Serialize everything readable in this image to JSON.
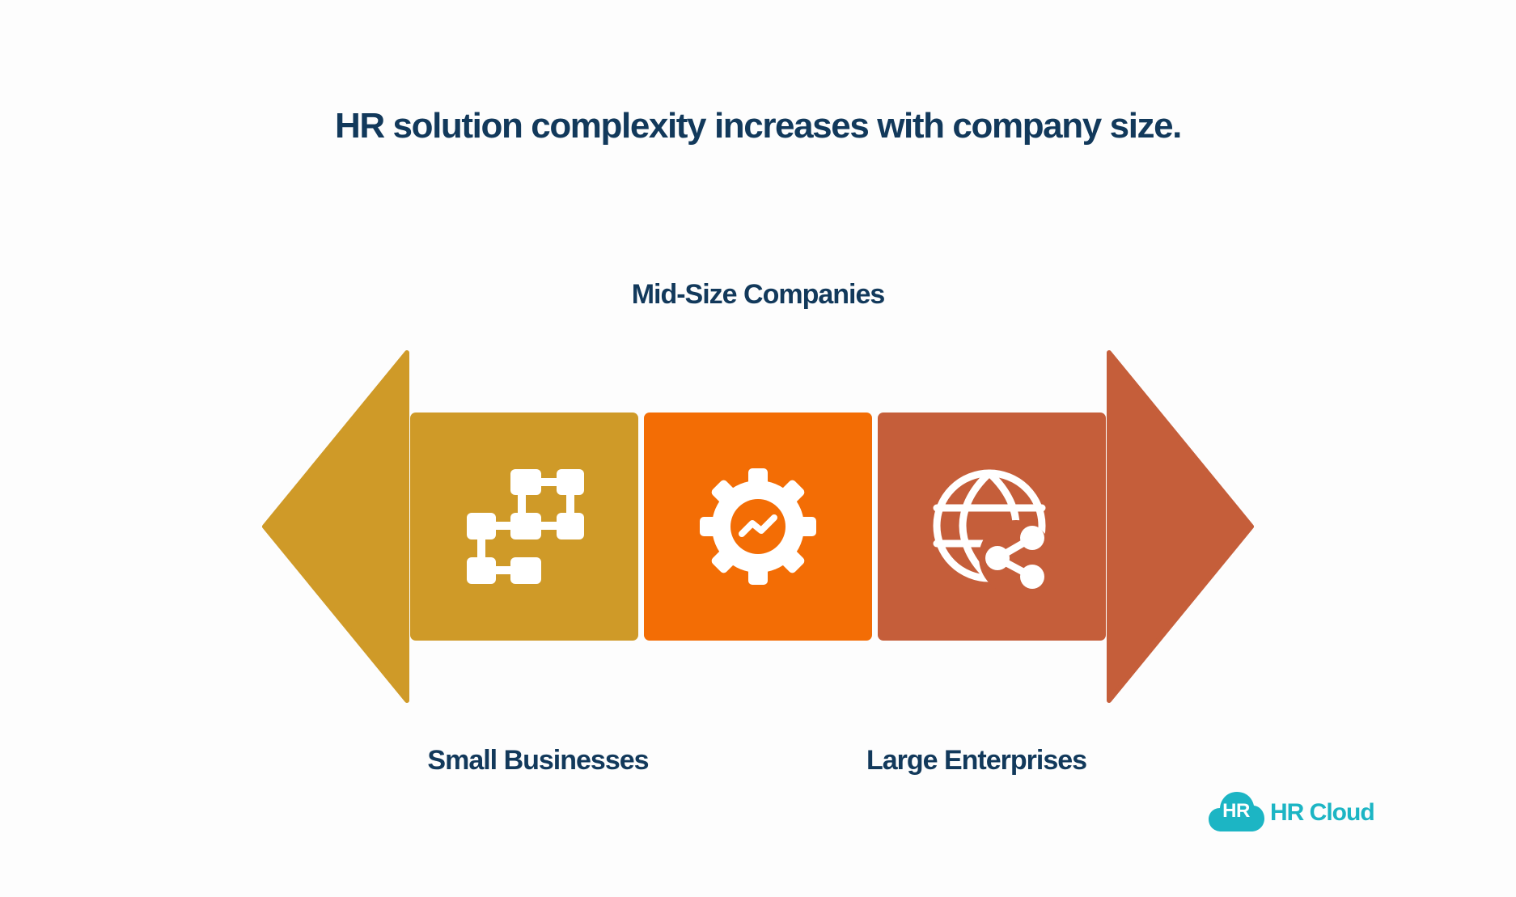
{
  "title": "HR solution complexity increases with company size.",
  "segments": [
    {
      "label": "Small Businesses",
      "icon": "flowchart-icon",
      "color": "#cf9a28"
    },
    {
      "label": "Mid-Size Companies",
      "icon": "gear-chart-icon",
      "color": "#f36d05"
    },
    {
      "label": "Large Enterprises",
      "icon": "globe-share-icon",
      "color": "#c55e3a"
    }
  ],
  "logo": {
    "badge": "HR",
    "name": "HR Cloud",
    "color": "#1cb5c4"
  }
}
